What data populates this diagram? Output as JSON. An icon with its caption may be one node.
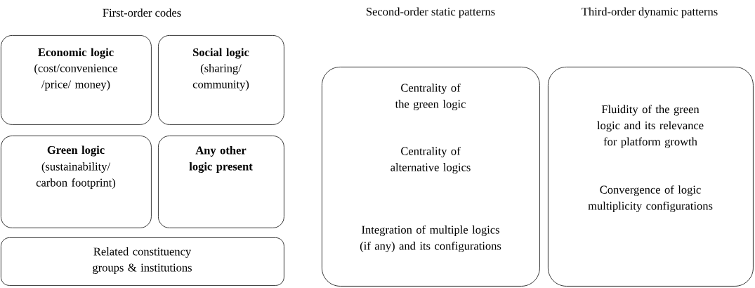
{
  "diagram": {
    "nodes": [
      {
        "text": [
          "Economic logic",
          "(cost/convenience /price/ money)"
        ]
      },
      {
        "text": [
          "Social logic",
          "(sharing/ community)"
        ]
      },
      {
        "text": [
          "Green logic",
          "(sustainability/ carbon footprint)"
        ]
      },
      {
        "text": [
          "Any other logic present"
        ]
      },
      {
        "text": [
          "Related constituency groups & institutions"
        ]
      },
      {
        "text": [
          "Centrality of the green logic",
          "Centrality of alternative logics",
          "Integration of multiple logics (if any) and its configurations"
        ]
      },
      {
        "text": [
          "Fluidity of the green logic and its relevance for platform growth",
          "Convergence of logic multiplicity configurations"
        ]
      }
    ],
    "edges": [],
    "labels": [
      "First-order codes",
      "Second-order static patterns",
      "Third-order dynamic patterns"
    ]
  }
}
